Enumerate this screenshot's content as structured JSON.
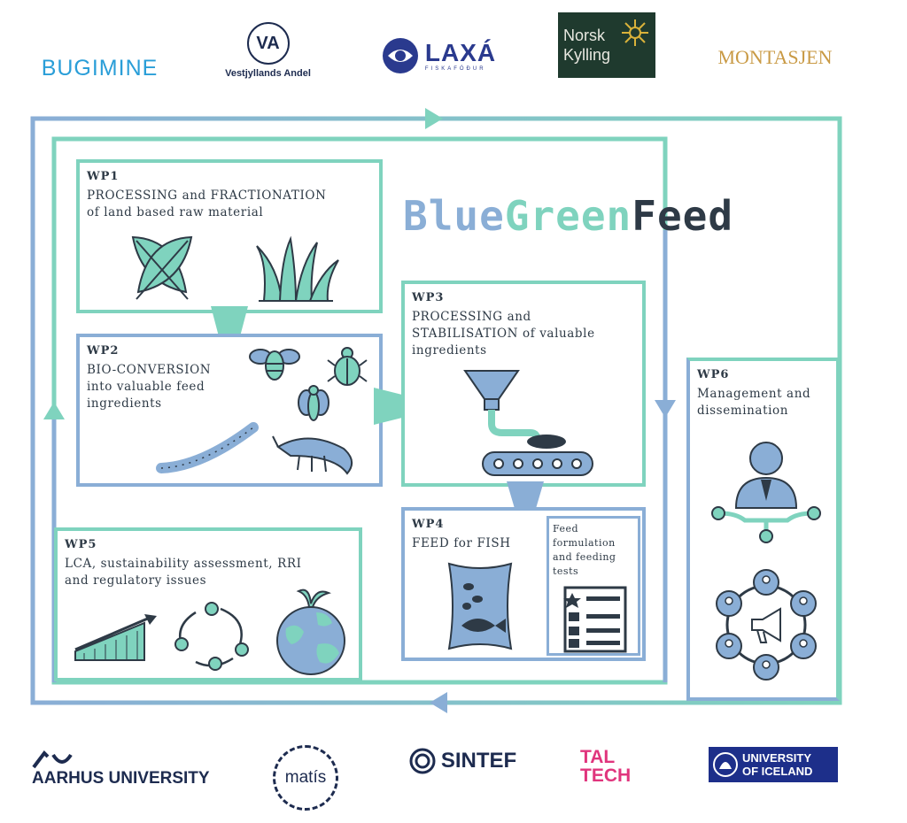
{
  "logos_top": {
    "bugimine": "BUGIMINE",
    "vestjyllands_mark": "VA",
    "vestjyllands": "Vestjyllands Andel",
    "laxa": "LAXÁ",
    "laxa_sub": "FISKAFÓÐUR",
    "norsk_line1": "Norsk",
    "norsk_line2": "Kylling",
    "montasjen": "MONTASJEN"
  },
  "title": {
    "blue": "Blue",
    "green": "Green",
    "feed": "Feed"
  },
  "wp1": {
    "title": "WP1",
    "line1": "PROCESSING and FRACTIONATION",
    "line2": "of land based raw material"
  },
  "wp2": {
    "title": "WP2",
    "line1": "BIO-CONVERSION",
    "line2": "into valuable feed",
    "line3": "ingredients"
  },
  "wp3": {
    "title": "WP3",
    "line1": "PROCESSING and",
    "line2": "STABILISATION of valuable",
    "line3": "ingredients"
  },
  "wp4": {
    "title": "WP4",
    "line1": "FEED for FISH",
    "sub1": "Feed",
    "sub2": "formulation",
    "sub3": "and feeding",
    "sub4": "tests"
  },
  "wp5": {
    "title": "WP5",
    "line1": "LCA, sustainability assessment, RRI",
    "line2": "and regulatory issues"
  },
  "wp6": {
    "title": "WP6",
    "line1": "Management and",
    "line2": "dissemination"
  },
  "logos_bottom": {
    "aarhus": "AARHUS UNIVERSITY",
    "matis": "matís",
    "sintef": "SINTEF",
    "taltech1": "TAL",
    "taltech2": "TECH",
    "iceland1": "UNIVERSITY",
    "iceland2": "OF ICELAND"
  },
  "colors": {
    "blue": "#8aaed6",
    "teal": "#7fd3be",
    "dark": "#2e3a46",
    "icon_fill": "#7fd3be",
    "icon_blue": "#8aaed6"
  }
}
